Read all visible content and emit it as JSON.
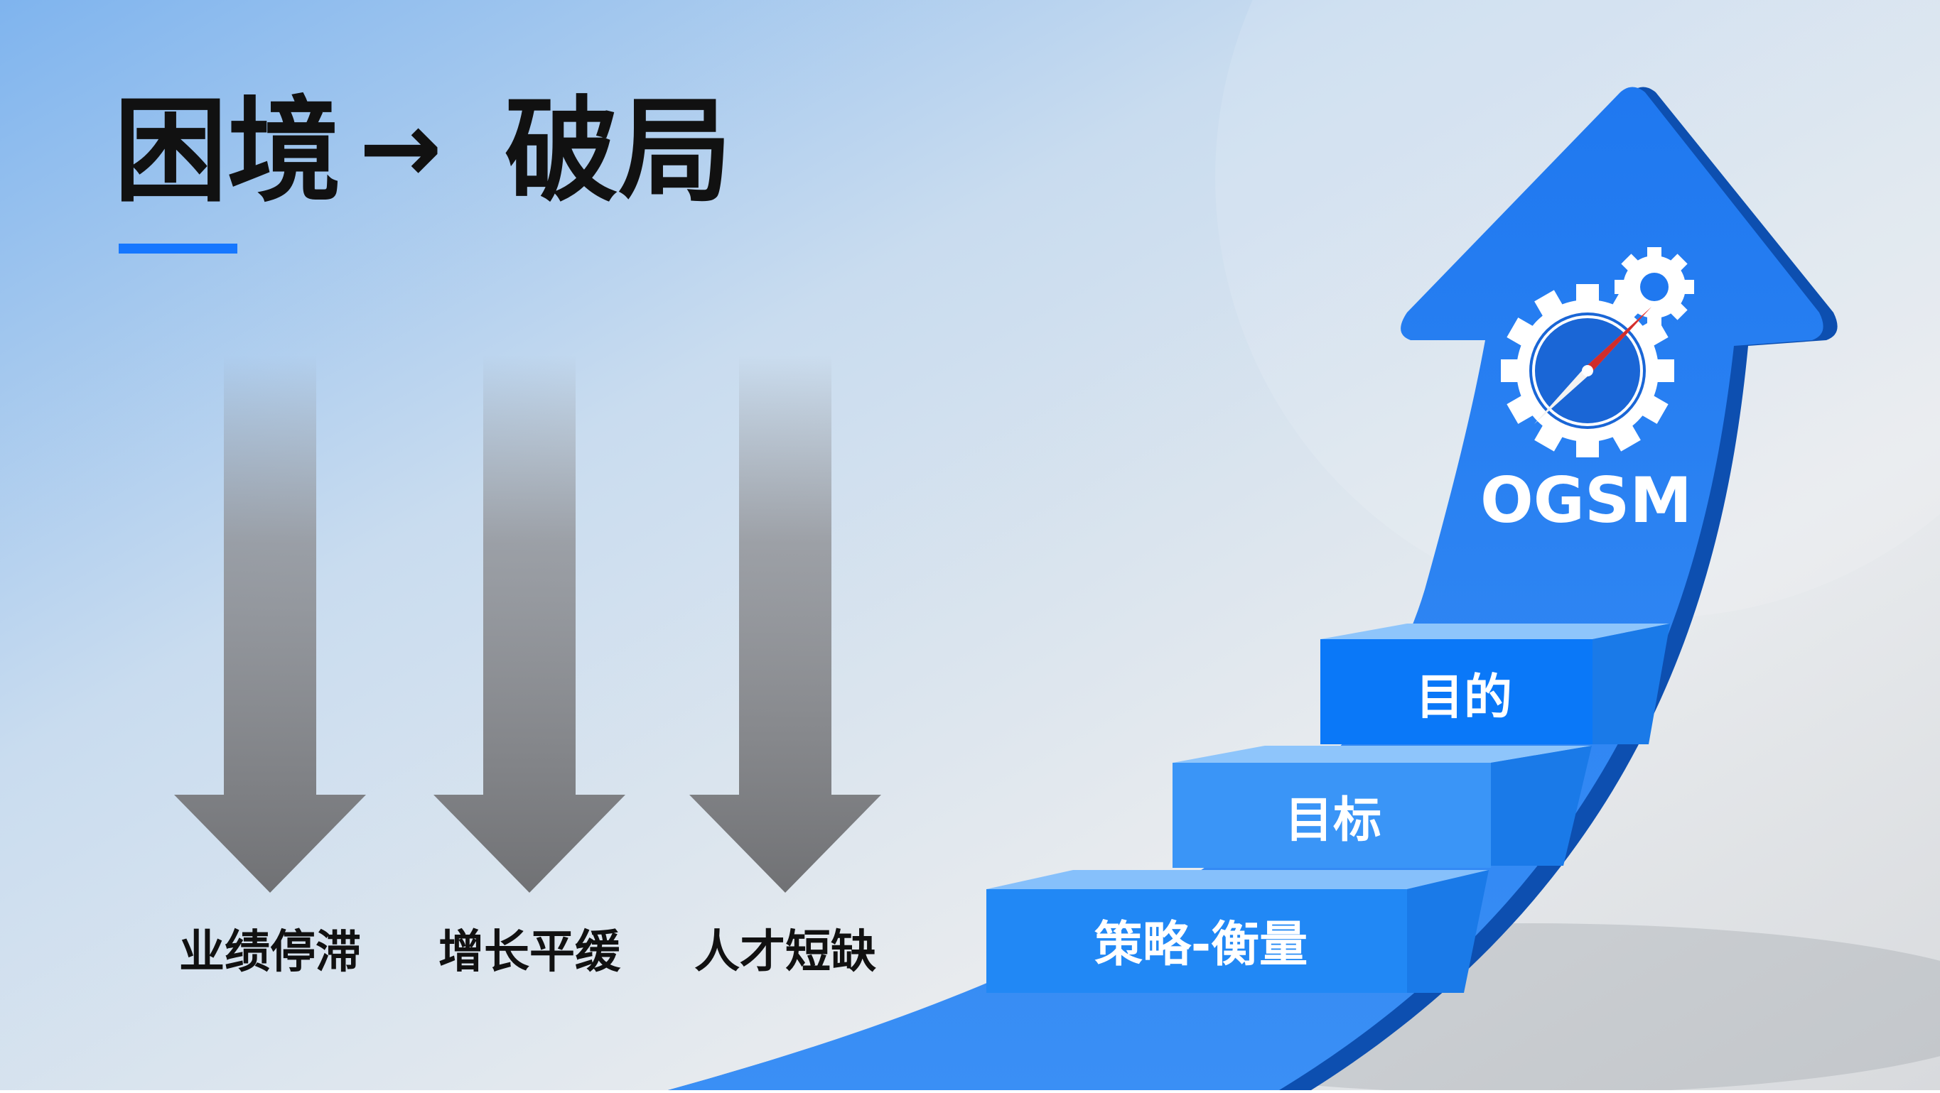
{
  "title": {
    "left": "困境",
    "arrow": "→",
    "right": "破局"
  },
  "accent_color": "#1677ff",
  "problems": [
    {
      "label": "业绩停滞",
      "icon": "down-arrow-icon"
    },
    {
      "label": "增长平缓",
      "icon": "down-arrow-icon"
    },
    {
      "label": "人才短缺",
      "icon": "down-arrow-icon"
    }
  ],
  "growth_arrow": {
    "label": "OGSM",
    "icon": "compass-gear-icon",
    "color": "#1a73e8"
  },
  "steps": [
    {
      "label": "策略-衡量"
    },
    {
      "label": "目标"
    },
    {
      "label": "目的"
    }
  ]
}
